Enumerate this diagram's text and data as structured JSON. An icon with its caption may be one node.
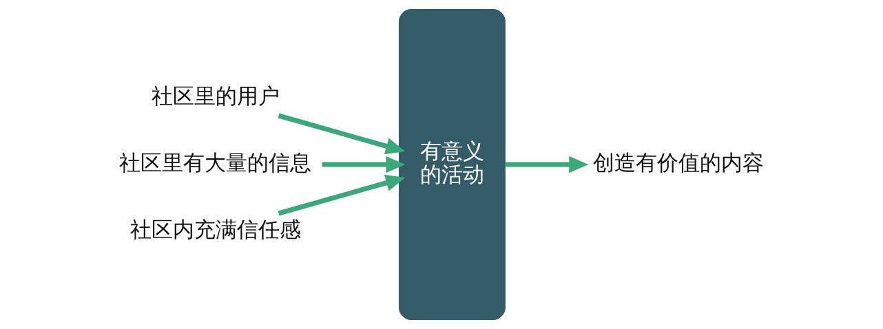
{
  "diagram": {
    "nodes": [
      {
        "text": [
          "社区里的用户"
        ]
      },
      {
        "text": [
          "社区里有大量的信息"
        ]
      },
      {
        "text": [
          "社区内充满信任感"
        ]
      },
      {
        "text": [
          "有意义的活动"
        ]
      },
      {
        "text": [
          "创造有价值的内容"
        ]
      }
    ],
    "edges": [
      {
        "from": 0,
        "to": 3,
        "arrow": "to"
      },
      {
        "from": 1,
        "to": 3,
        "arrow": "to"
      },
      {
        "from": 2,
        "to": 3,
        "arrow": "to"
      },
      {
        "from": 3,
        "to": 4,
        "arrow": "to"
      }
    ]
  }
}
